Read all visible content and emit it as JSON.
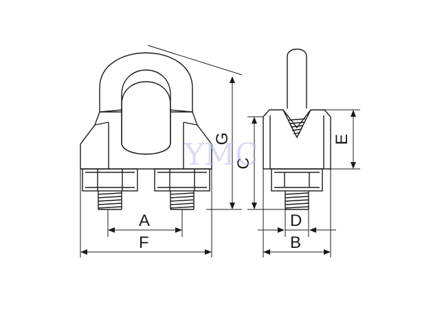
{
  "dimension_labels": {
    "A": "A",
    "B": "B",
    "C": "C",
    "D": "D",
    "E": "E",
    "F": "F",
    "G": "G"
  },
  "watermark": "YMC",
  "colors": {
    "line": "#1a1a1a",
    "watermark": "#b9bde6",
    "background": "#ffffff"
  }
}
